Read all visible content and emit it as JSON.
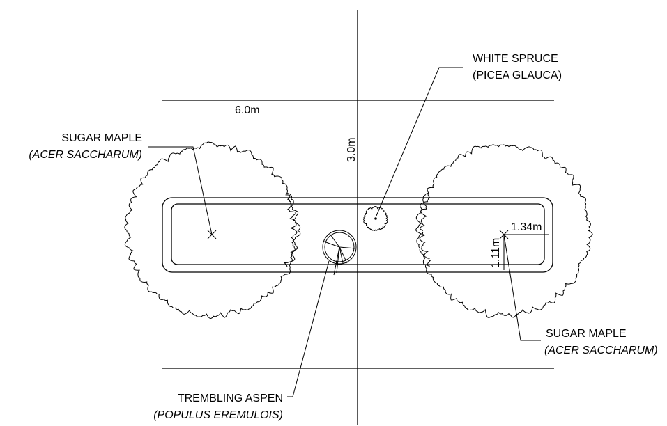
{
  "labels": {
    "white_spruce": {
      "common": "WHITE SPRUCE",
      "latin": "(PICEA GLAUCA)"
    },
    "sugar_maple_left": {
      "common": "SUGAR MAPLE",
      "latin": "(ACER SACCHARUM)"
    },
    "sugar_maple_right": {
      "common": "SUGAR MAPLE",
      "latin": "(ACER SACCHARUM)"
    },
    "trembling_aspen": {
      "common": "TREMBLING ASPEN",
      "latin": "(POPULUS EREMULOIS)"
    }
  },
  "dimensions": {
    "width_label": "6.0m",
    "height_label": "3.0m",
    "offset_x_label": "1.34m",
    "offset_y_label": "1.11m"
  },
  "colors": {
    "ink": "#000000",
    "paper": "#ffffff"
  }
}
